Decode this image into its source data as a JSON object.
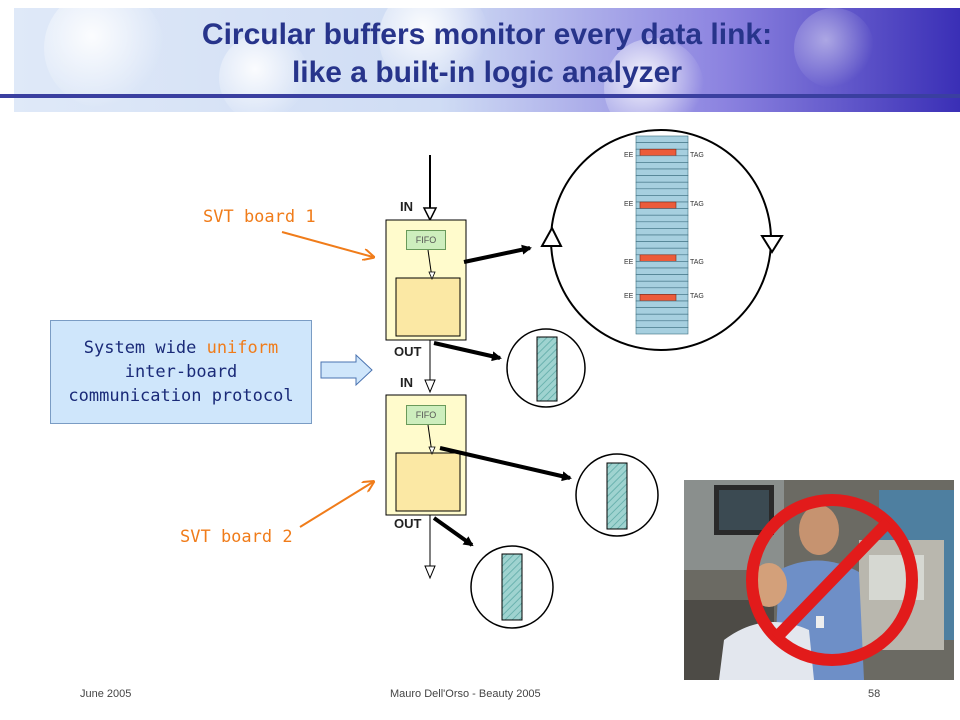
{
  "slide": {
    "title_line1": "Circular buffers monitor every data link:",
    "title_line2": "like a built-in logic analyzer"
  },
  "callout": {
    "text_before": "System wide ",
    "text_accent": "uniform",
    "line2": "inter-board",
    "line3": "communication protocol"
  },
  "boards": {
    "board1_label": "SVT board 1",
    "board2_label": "SVT board 2",
    "in_label": "IN",
    "out_label": "OUT",
    "fifo_label": "FIFO"
  },
  "buffer": {
    "ee_label": "EE",
    "tag_label": "TAG"
  },
  "footer": {
    "date": "June 2005",
    "author": "Mauro Dell'Orso - Beauty 2005",
    "page": "58"
  },
  "colors": {
    "title": "#27348b",
    "accent": "#f07c1a",
    "board_fill": "#fffbcc",
    "core_fill": "#fbe8a4",
    "buffer_cell": "#a6cfdf",
    "buffer_marker": "#ec5b3a",
    "prohibit": "#e21b1b"
  }
}
